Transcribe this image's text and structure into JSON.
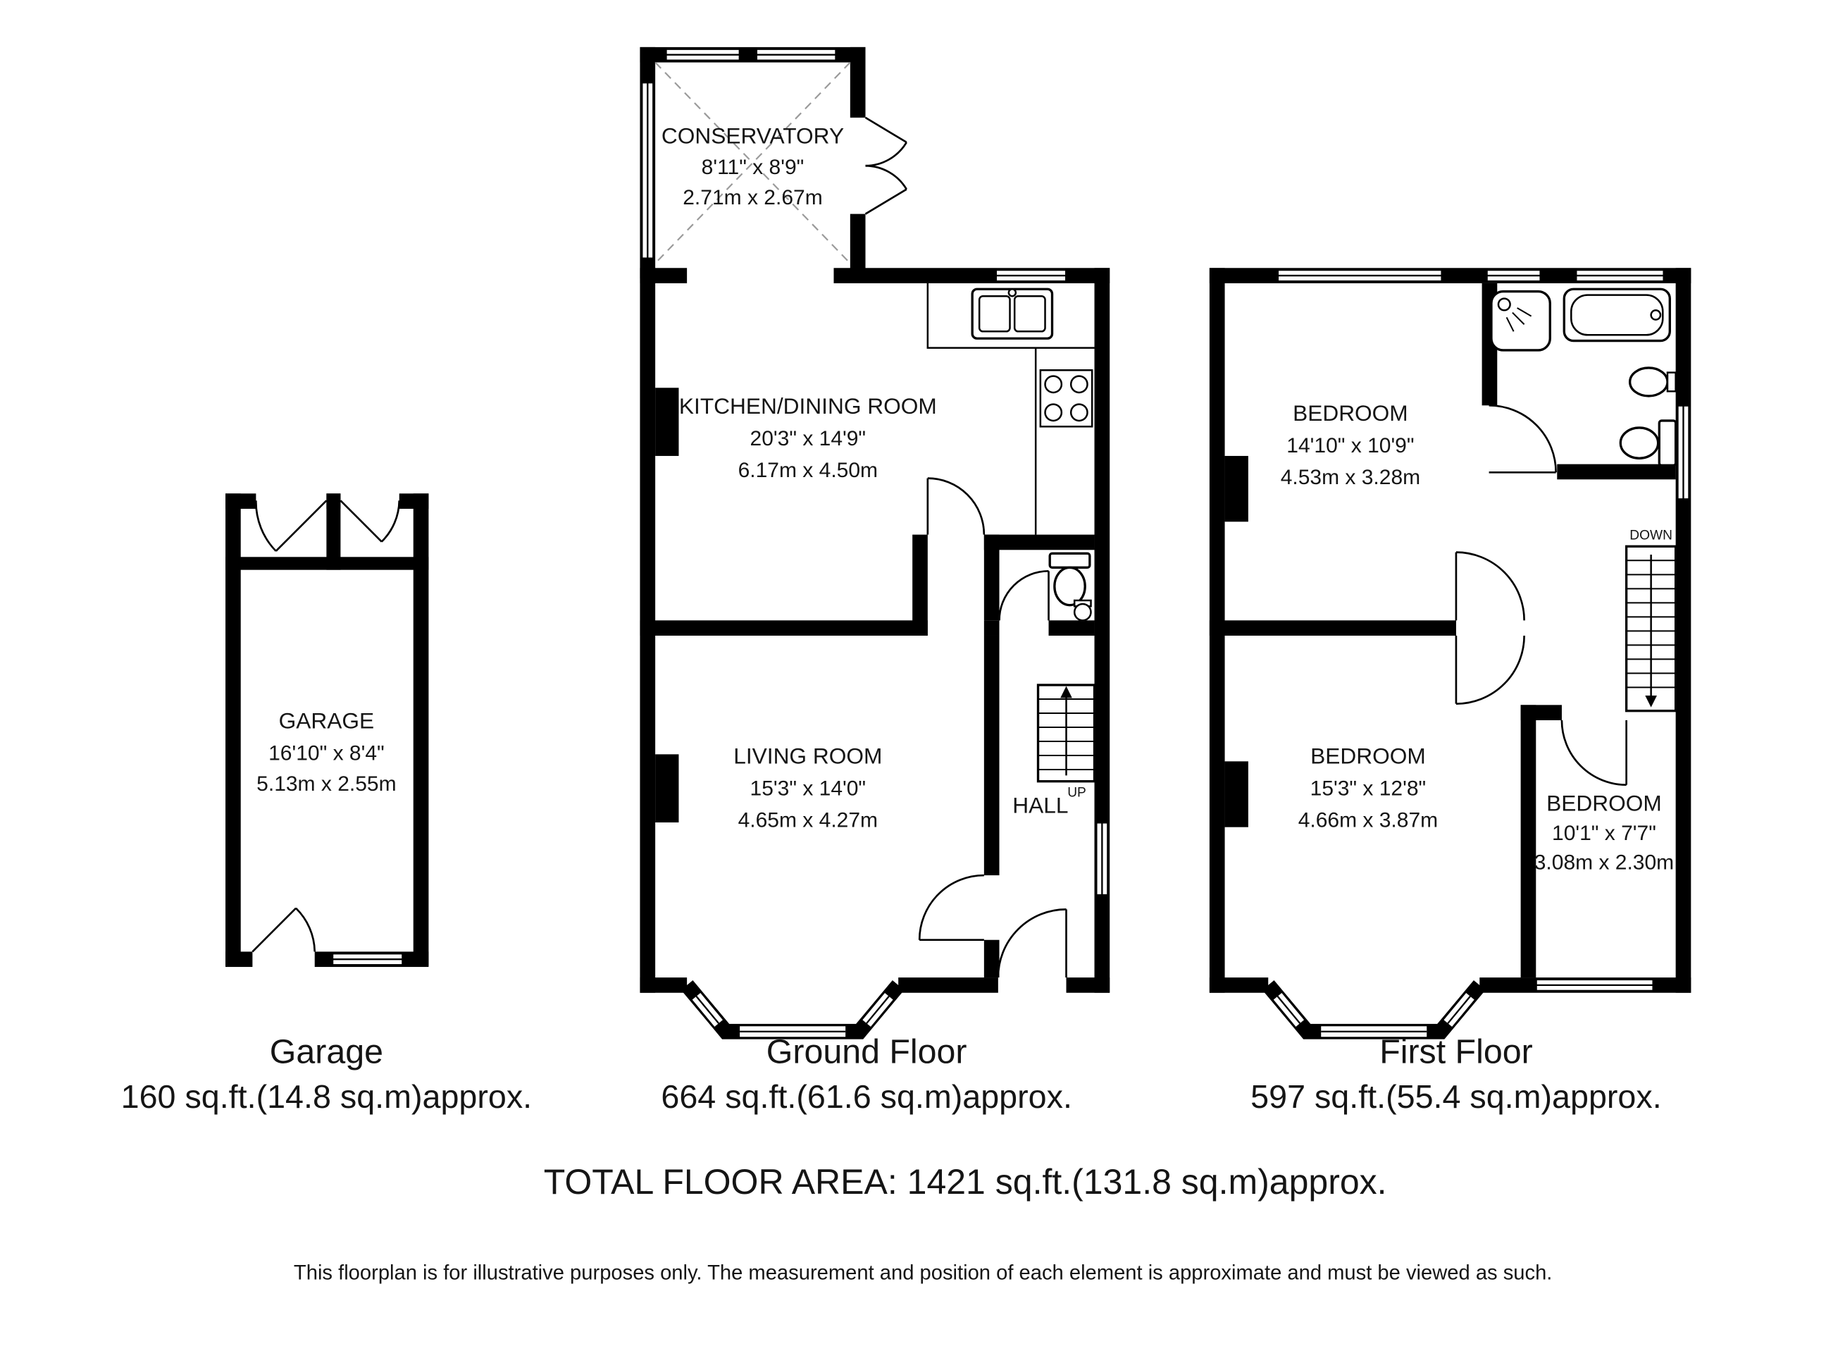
{
  "rooms": {
    "conservatory": {
      "name": "CONSERVATORY",
      "imperial": "8'11\" x 8'9\"",
      "metric": "2.71m x 2.67m"
    },
    "kitchen": {
      "name": "KITCHEN/DINING ROOM",
      "imperial": "20'3\" x 14'9\"",
      "metric": "6.17m x 4.50m"
    },
    "living": {
      "name": "LIVING ROOM",
      "imperial": "15'3\" x 14'0\"",
      "metric": "4.65m x 4.27m"
    },
    "hall": {
      "name": "HALL"
    },
    "garage": {
      "name": "GARAGE",
      "imperial": "16'10\" x 8'4\"",
      "metric": "5.13m x 2.55m"
    },
    "bedroom1": {
      "name": "BEDROOM",
      "imperial": "14'10\" x 10'9\"",
      "metric": "4.53m x 3.28m"
    },
    "bedroom2": {
      "name": "BEDROOM",
      "imperial": "15'3\" x 12'8\"",
      "metric": "4.66m x 3.87m"
    },
    "bedroom3": {
      "name": "BEDROOM",
      "imperial": "10'1\" x 7'7\"",
      "metric": "3.08m x 2.30m"
    },
    "stairs_up": "UP",
    "stairs_down": "DOWN"
  },
  "captions": {
    "garage": {
      "title": "Garage",
      "area": "160 sq.ft.(14.8 sq.m)approx."
    },
    "ground": {
      "title": "Ground Floor",
      "area": "664 sq.ft.(61.6 sq.m)approx."
    },
    "first": {
      "title": "First Floor",
      "area": "597 sq.ft.(55.4 sq.m)approx."
    }
  },
  "total_area": "TOTAL FLOOR AREA: 1421 sq.ft.(131.8 sq.m)approx.",
  "disclaimer": "This floorplan is for illustrative purposes only. The measurement and position of each element is approximate and must be viewed as such.",
  "colors": {
    "wall": "#000000",
    "background": "#ffffff",
    "dashed_line": "#9a9a9a"
  }
}
